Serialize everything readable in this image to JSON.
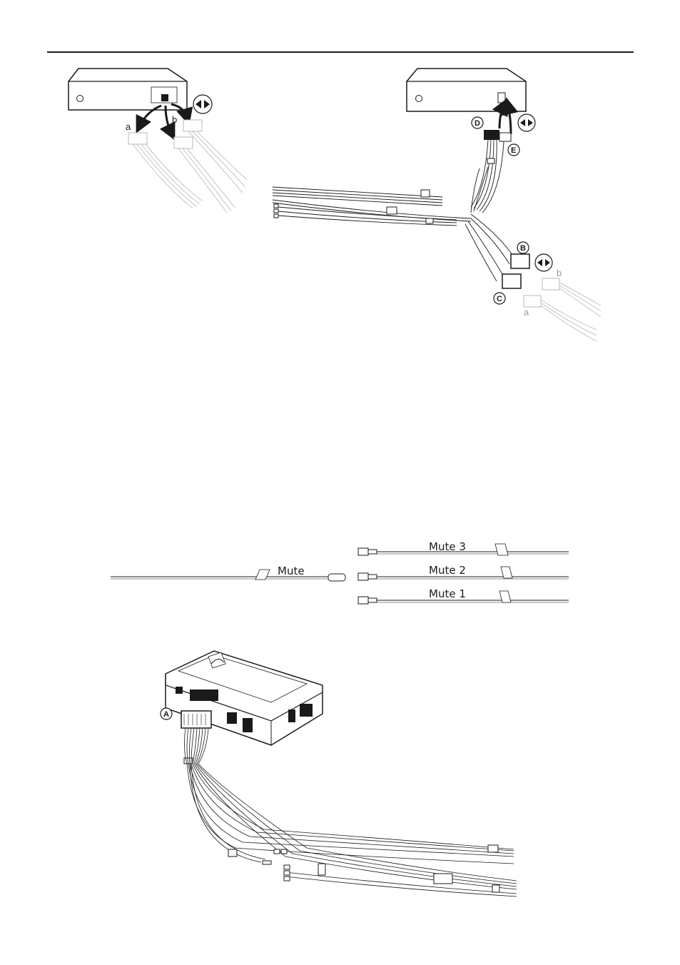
{
  "figure_top_left": {
    "label_a": "a",
    "label_b": "b"
  },
  "figure_top_right": {
    "connector_d": "D",
    "connector_e": "E",
    "connector_b": "B",
    "connector_c": "C",
    "label_a": "a",
    "label_b": "b"
  },
  "figure_mute": {
    "mute_label": "Mute",
    "mute_1": "Mute 1",
    "mute_2": "Mute 2",
    "mute_3": "Mute 3"
  },
  "figure_module": {
    "connector_a": "A"
  },
  "colors": {
    "ink": "#1a1a1a",
    "faded": "#9a9a9a"
  }
}
